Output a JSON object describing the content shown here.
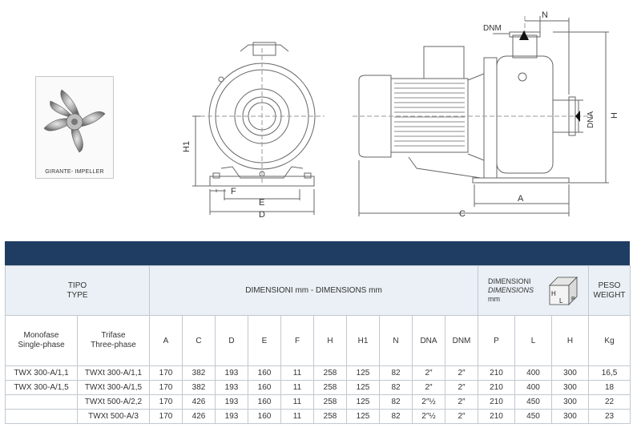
{
  "impeller": {
    "caption": "GIRANTE- IMPELLER"
  },
  "drawing_labels": {
    "front": {
      "h1": "H1",
      "f": "F",
      "e": "E",
      "d": "D"
    },
    "side": {
      "n": "N",
      "dnm": "DNM",
      "dna": "DNA",
      "h": "H",
      "a": "A",
      "c": "C"
    }
  },
  "table": {
    "tipo": "TIPO",
    "type": "TYPE",
    "dimensions_header": "DIMENSIONI mm - DIMENSIONS mm",
    "pack": {
      "line1": "DIMENSIONI",
      "line2": "DIMENSIONS",
      "line3": "mm",
      "h": "H",
      "l": "L",
      "p": "P"
    },
    "peso": "PESO",
    "weight": "WEIGHT",
    "mono": {
      "l1": "Monofase",
      "l2": "Single-phase"
    },
    "tri": {
      "l1": "Trifase",
      "l2": "Three-phase"
    },
    "columns": [
      "A",
      "C",
      "D",
      "E",
      "F",
      "H",
      "H1",
      "N",
      "DNA",
      "DNM",
      "P",
      "L",
      "H",
      "Kg"
    ],
    "rows": [
      {
        "mono": "TWX 300-A/1,1",
        "tri": "TWXt 300-A/1,1",
        "vals": [
          "170",
          "382",
          "193",
          "160",
          "11",
          "258",
          "125",
          "82",
          "2″",
          "2″",
          "210",
          "400",
          "300",
          "16,5"
        ]
      },
      {
        "mono": "TWX 300-A/1,5",
        "tri": "TWXt 300-A/1,5",
        "vals": [
          "170",
          "382",
          "193",
          "160",
          "11",
          "258",
          "125",
          "82",
          "2″",
          "2″",
          "210",
          "400",
          "300",
          "18"
        ]
      },
      {
        "mono": "",
        "tri": "TWXt 500-A/2,2",
        "vals": [
          "170",
          "426",
          "193",
          "160",
          "11",
          "258",
          "125",
          "82",
          "2″½",
          "2″",
          "210",
          "450",
          "300",
          "22"
        ]
      },
      {
        "mono": "",
        "tri": "TWXt 500-A/3",
        "vals": [
          "170",
          "426",
          "193",
          "160",
          "11",
          "258",
          "125",
          "82",
          "2″½",
          "2″",
          "210",
          "450",
          "300",
          "23"
        ]
      }
    ]
  }
}
